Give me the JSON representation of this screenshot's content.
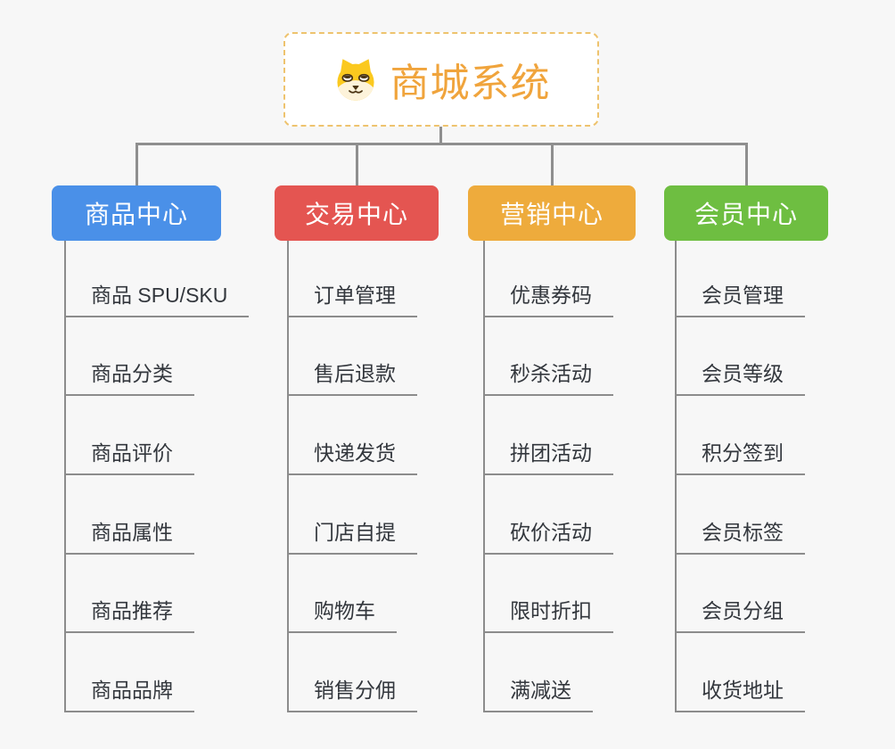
{
  "root": {
    "title": "商城系统",
    "icon": "dog-face-icon"
  },
  "branches": [
    {
      "label": "商品中心",
      "color": "#4a90e8",
      "items": [
        "商品 SPU/SKU",
        "商品分类",
        "商品评价",
        "商品属性",
        "商品推荐",
        "商品品牌"
      ]
    },
    {
      "label": "交易中心",
      "color": "#e45551",
      "items": [
        "订单管理",
        "售后退款",
        "快递发货",
        "门店自提",
        "购物车",
        "销售分佣"
      ]
    },
    {
      "label": "营销中心",
      "color": "#eeab3c",
      "items": [
        "优惠券码",
        "秒杀活动",
        "拼团活动",
        "砍价活动",
        "限时折扣",
        "满减送"
      ]
    },
    {
      "label": "会员中心",
      "color": "#6ebe41",
      "items": [
        "会员管理",
        "会员等级",
        "积分签到",
        "会员标签",
        "会员分组",
        "收货地址"
      ]
    }
  ],
  "colors": {
    "background": "#f7f7f7",
    "connector": "#8f8f8f",
    "leaf_underline": "#8c8c8c",
    "leaf_text": "#33373d",
    "root_title": "#f0a43c",
    "root_border": "#eec36e",
    "dog_head": "#fbc91f",
    "dog_muzzle": "#fdf3da",
    "dog_features": "#4a3413"
  }
}
